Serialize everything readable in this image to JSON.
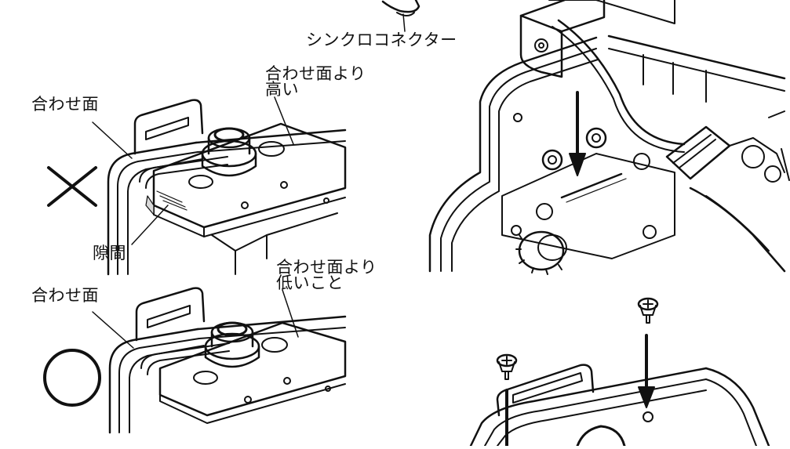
{
  "labels": {
    "sync_connector": "シンクロコネクター",
    "mating_surface_top": "合わせ面",
    "higher_line1": "合わせ面より",
    "higher_line2": "高い",
    "gap": "隙間",
    "mating_surface_bottom": "合わせ面",
    "lower_line1": "合わせ面より",
    "lower_line2": "低いこと"
  },
  "marks": {
    "incorrect": "×",
    "correct": "○"
  },
  "colors": {
    "line": "#111111",
    "background": "#ffffff",
    "shade": "#d9d9d9"
  }
}
